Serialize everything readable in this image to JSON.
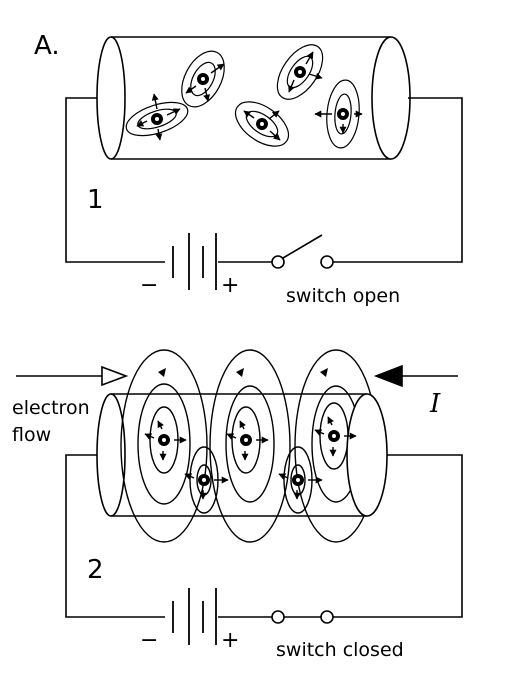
{
  "figure": {
    "panel_label": "A.",
    "diagram_1": {
      "number": "1",
      "battery_minus": "−",
      "battery_plus": "+",
      "switch_label": "switch open"
    },
    "diagram_2": {
      "number": "2",
      "battery_minus": "−",
      "battery_plus": "+",
      "switch_label": "switch closed",
      "electron_flow_label_line1": "electron",
      "electron_flow_label_line2": "flow",
      "current_label": "I"
    }
  },
  "colors": {
    "ink": "#000000",
    "background": "#ffffff"
  }
}
